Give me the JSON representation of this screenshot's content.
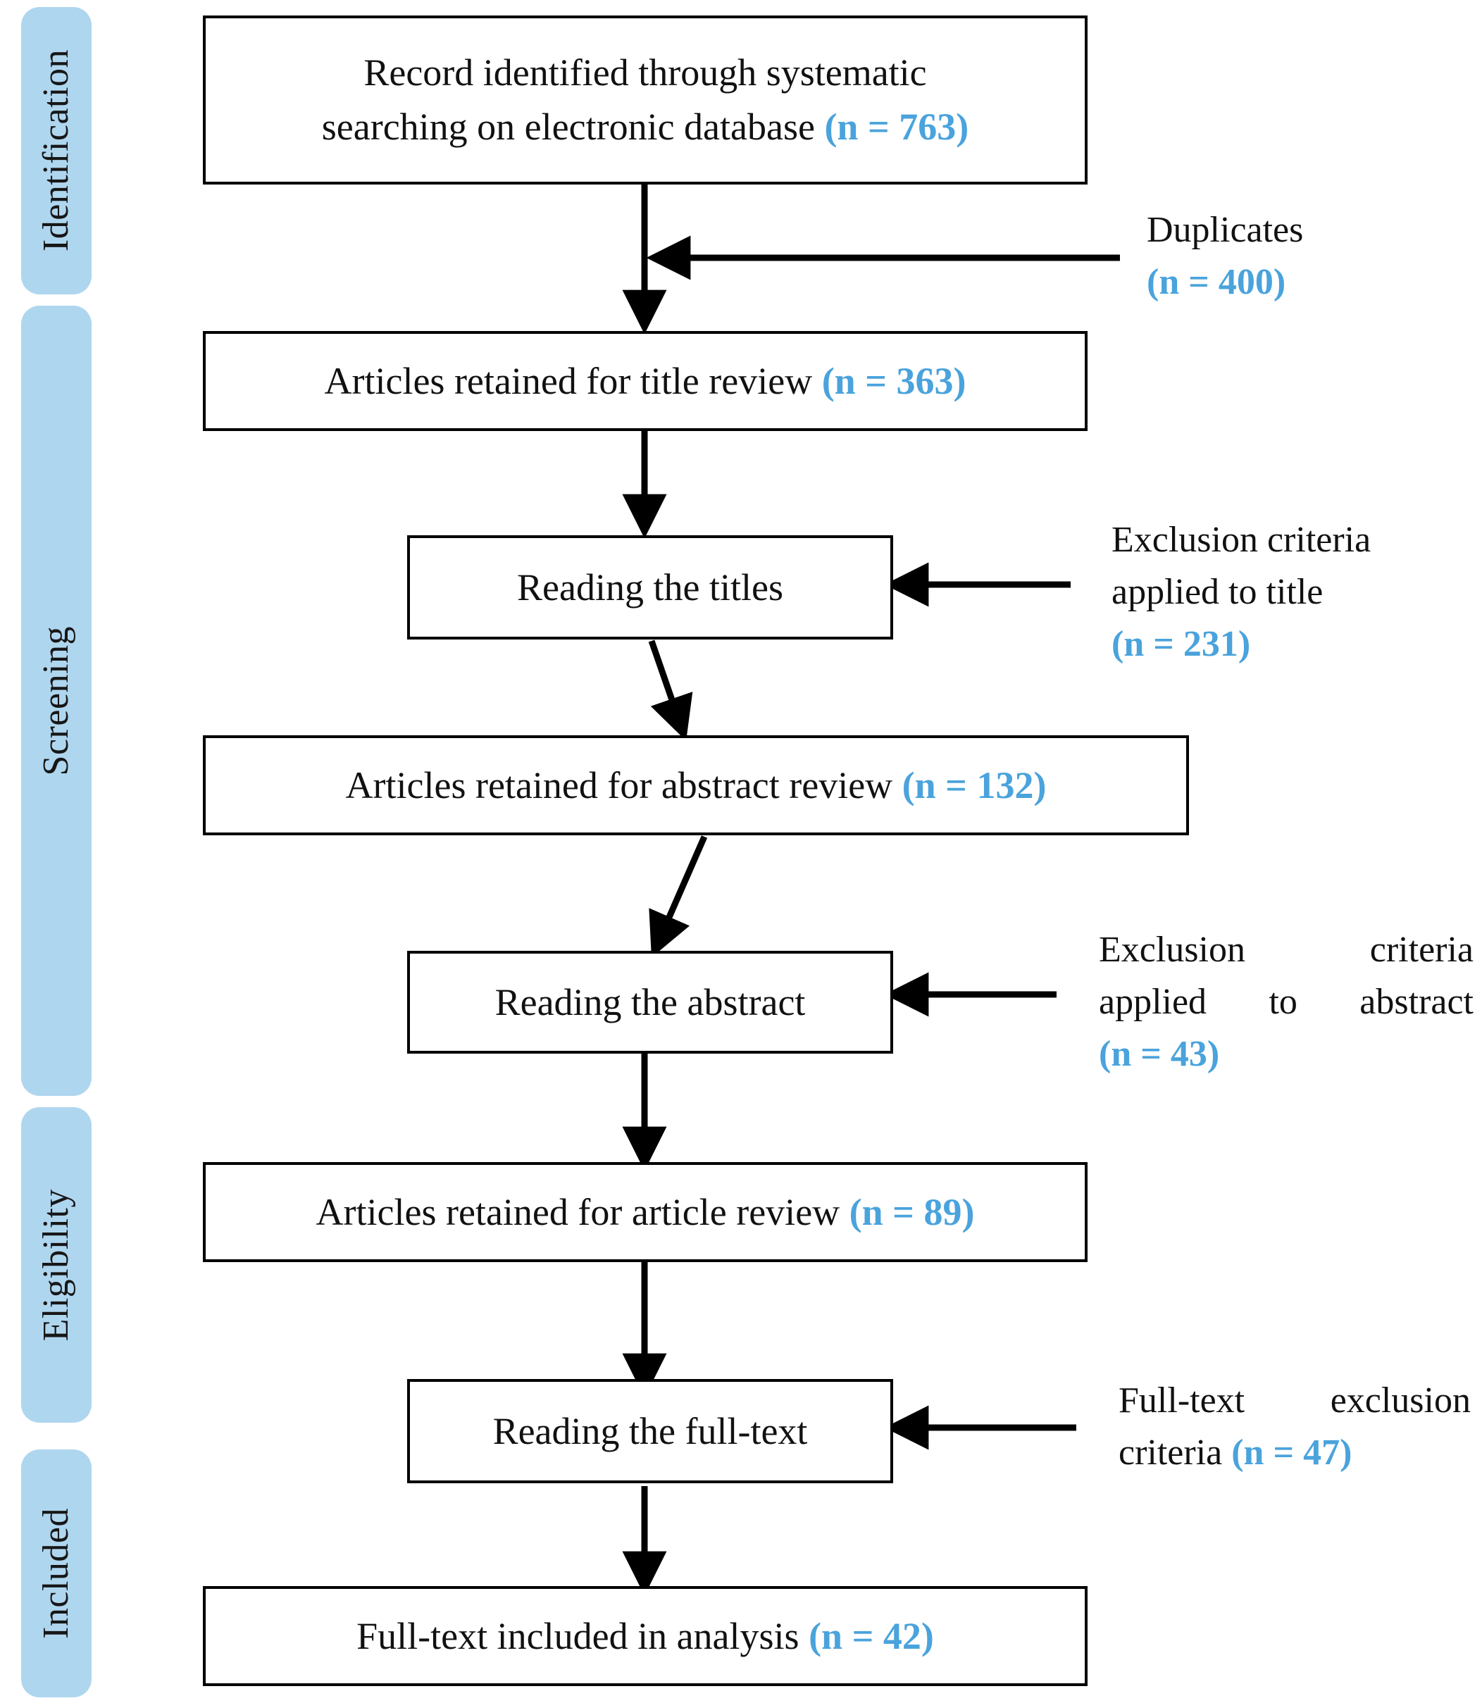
{
  "diagram": {
    "title": "PRISMA flow diagram",
    "accent_color": "#4AA3DC",
    "band_color": "#AFD6EF",
    "line_color": "#000000"
  },
  "stages": [
    {
      "label": "Identification"
    },
    {
      "label": "Screening"
    },
    {
      "label": "Eligibility"
    },
    {
      "label": "Included"
    }
  ],
  "boxes": [
    {
      "id": "records-identified",
      "line1": "Record identified through systematic",
      "line2": "searching on electronic database",
      "n": "(n = 763)"
    },
    {
      "id": "title-review",
      "text": "Articles retained for title review",
      "n": "(n = 363)"
    },
    {
      "id": "reading-titles",
      "text": "Reading the titles",
      "n": ""
    },
    {
      "id": "abstract-review",
      "text": "Articles retained for abstract review",
      "n": "(n = 132)"
    },
    {
      "id": "reading-abstract",
      "text": "Reading the abstract",
      "n": ""
    },
    {
      "id": "article-review",
      "text": "Articles retained for article review",
      "n": "(n = 89)"
    },
    {
      "id": "reading-fulltext",
      "text": "Reading the full-text",
      "n": ""
    },
    {
      "id": "included",
      "text": "Full-text included in analysis",
      "n": "(n = 42)"
    }
  ],
  "notes": [
    {
      "id": "duplicates",
      "line1": "Duplicates",
      "n": "(n = 400)"
    },
    {
      "id": "exclusion-title",
      "line1": "Exclusion criteria",
      "line2": "applied to title",
      "n": "(n = 231)"
    },
    {
      "id": "exclusion-abstract",
      "line1_a": "Exclusion",
      "line1_b": "criteria",
      "line2_a": "applied",
      "line2_b": "to",
      "line2_c": "abstract",
      "n": "(n = 43)"
    },
    {
      "id": "exclusion-fulltext",
      "line1_a": "Full-text",
      "line1_b": "exclusion",
      "line2": "criteria",
      "n": "(n = 47)"
    }
  ]
}
